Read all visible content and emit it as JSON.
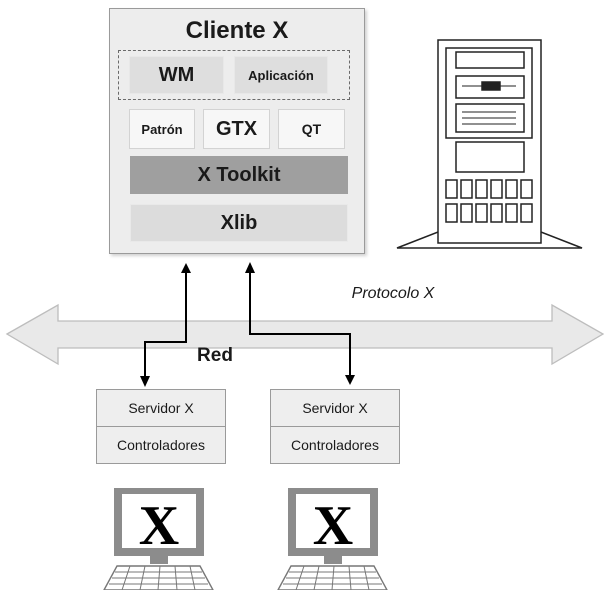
{
  "client": {
    "title": "Cliente X",
    "wm": "WM",
    "app": "Aplicación",
    "patron": "Patrón",
    "gtx": "GTX",
    "qt": "QT",
    "toolkit": "X Toolkit",
    "xlib": "Xlib"
  },
  "network": {
    "protocol": "Protocolo X",
    "red": "Red"
  },
  "servers": [
    {
      "name": "Servidor X",
      "drivers": "Controladores"
    },
    {
      "name": "Servidor X",
      "drivers": "Controladores"
    }
  ],
  "icons": [
    "tower-server-icon",
    "x-monitor-icon",
    "x-monitor-icon",
    "keyboard-icon",
    "keyboard-icon"
  ],
  "colors": {
    "arrow_fill": "#e9e9e9",
    "toolkit": "#9f9f9f",
    "outline": "#9a9a9a"
  }
}
